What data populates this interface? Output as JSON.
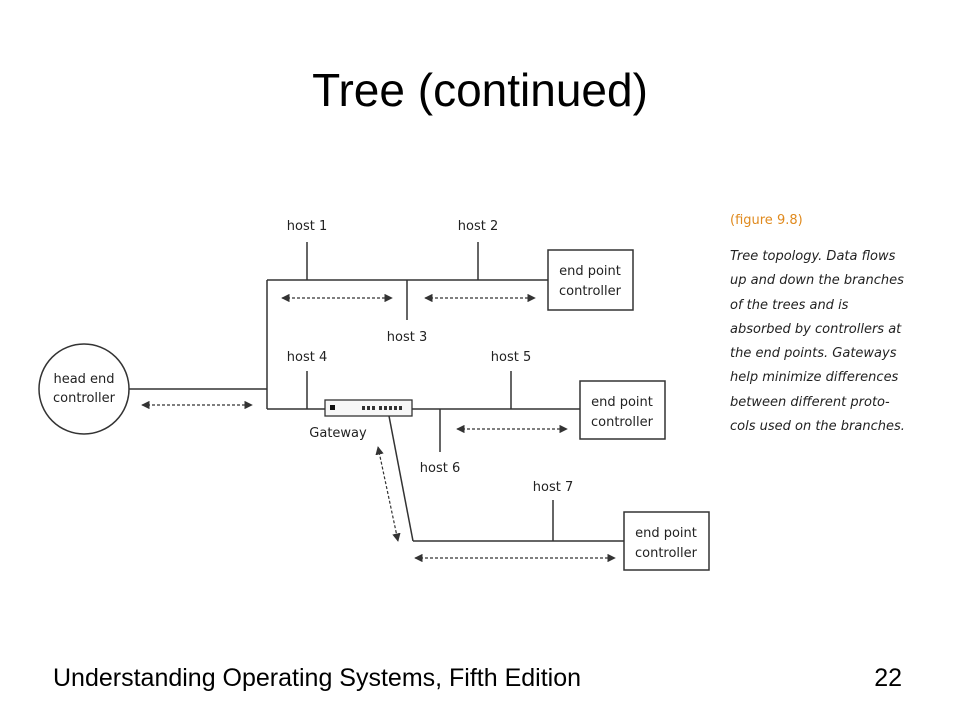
{
  "slide": {
    "title": "Tree (continued)",
    "footer_left": "Understanding Operating Systems, Fifth Edition",
    "page_number": "22"
  },
  "diagram": {
    "head_end": {
      "line1": "head end",
      "line2": "controller"
    },
    "end_point_1": {
      "line1": "end point",
      "line2": "controller"
    },
    "end_point_2": {
      "line1": "end point",
      "line2": "controller"
    },
    "end_point_3": {
      "line1": "end point",
      "line2": "controller"
    },
    "hosts": {
      "h1": "host 1",
      "h2": "host 2",
      "h3": "host 3",
      "h4": "host 4",
      "h5": "host 5",
      "h6": "host 6",
      "h7": "host 7"
    },
    "gateway_label": "Gateway"
  },
  "caption": {
    "number": "(figure 9.8)",
    "lines": [
      "Tree topology. Data flows",
      "up and down the branches",
      "of the trees and is",
      "absorbed by controllers at",
      "the end points. Gateways",
      "help minimize differences",
      "between different proto-",
      "cols used on the branches."
    ]
  }
}
